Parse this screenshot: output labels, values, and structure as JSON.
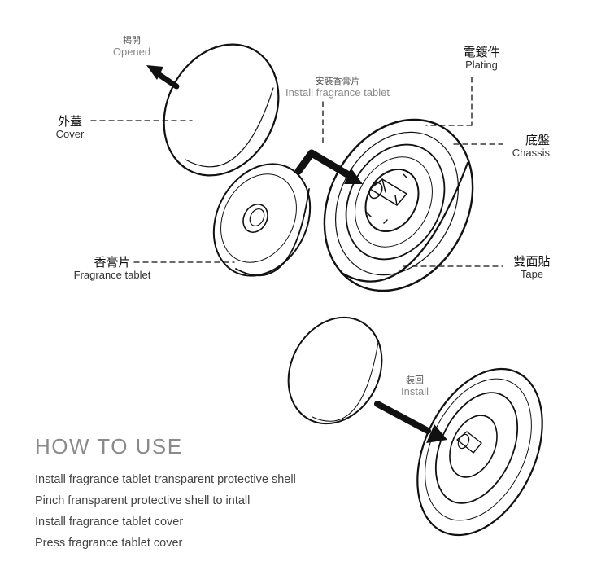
{
  "labels": {
    "opened": {
      "zh": "揭開",
      "en": "Opened"
    },
    "install_tablet": {
      "zh": "安裝香膏片",
      "en": "Install fragrance tablet"
    },
    "plating": {
      "zh": "電鍍件",
      "en": "Plating"
    },
    "cover": {
      "zh": "外蓋",
      "en": "Cover"
    },
    "chassis": {
      "zh": "底盤",
      "en": "Chassis"
    },
    "fragrance_tablet": {
      "zh": "香膏片",
      "en": "Fragrance tablet"
    },
    "tape": {
      "zh": "雙面貼",
      "en": "Tape"
    },
    "install": {
      "zh": "裝回",
      "en": "Install"
    }
  },
  "howto": {
    "title": "HOW TO USE",
    "steps": [
      "Install fragrance tablet transparent protective shell",
      "Pinch fransparent protective shell to intall",
      "Install fragrance tablet cover",
      "Press fragrance tablet cover"
    ]
  }
}
